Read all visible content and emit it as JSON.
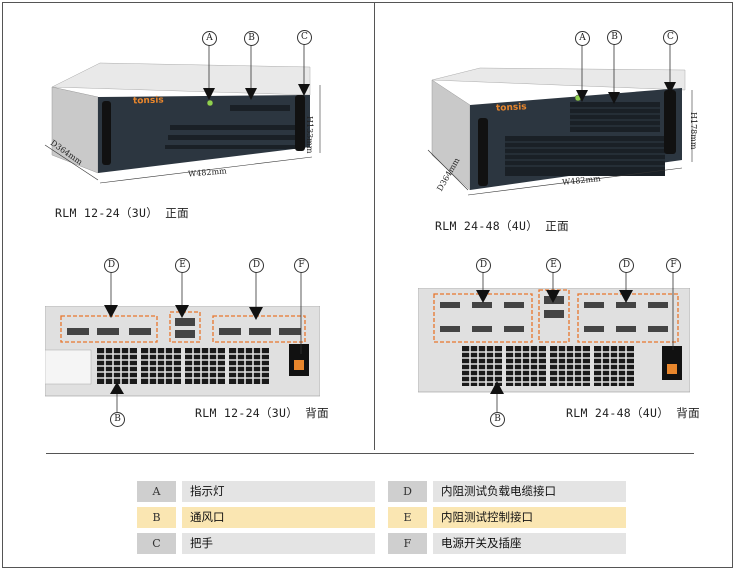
{
  "panels": {
    "front_3u": {
      "caption": "RLM 12-24（3U） 正面",
      "dim_width": "W482mm",
      "dim_height": "H133mm",
      "dim_depth": "D364mm",
      "brand": "tonsis",
      "model_text": "RLM 12-24"
    },
    "front_4u": {
      "caption": "RLM 24-48（4U） 正面",
      "dim_width": "W482mm",
      "dim_height": "H178mm",
      "dim_depth": "D364mm",
      "brand": "tonsis",
      "model_text": "RLM 24-48"
    },
    "back_3u": {
      "caption": "RLM 12-24（3U） 背面"
    },
    "back_4u": {
      "caption": "RLM 24-48（4U） 背面"
    }
  },
  "markers": {
    "a": "A",
    "b": "B",
    "c": "C",
    "d": "D",
    "e": "E",
    "f": "F"
  },
  "legend": [
    {
      "key": "A",
      "label": "指示灯"
    },
    {
      "key": "B",
      "label": "通风口"
    },
    {
      "key": "C",
      "label": "把手"
    },
    {
      "key": "D",
      "label": "内阻测试负载电缆接口"
    },
    {
      "key": "E",
      "label": "内阻测试控制接口"
    },
    {
      "key": "F",
      "label": "电源开关及插座"
    }
  ],
  "colors": {
    "legend_gray": "#e4e4e4",
    "legend_key_gray": "#cfcfcf",
    "legend_highlight": "#fae6b2",
    "dashed_box": "#e8762c",
    "chassis_dark": "#2c3640",
    "chassis_top": "#e6e6e6"
  }
}
